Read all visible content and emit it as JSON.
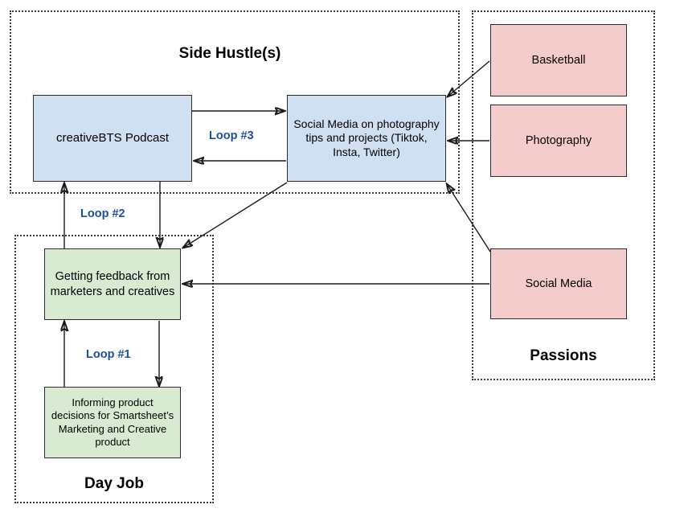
{
  "diagram": {
    "title_hidden": "",
    "groups": [
      {
        "id": "side-hustles",
        "label": "Side Hustle(s)"
      },
      {
        "id": "passions",
        "label": "Passions"
      },
      {
        "id": "day-job",
        "label": "Day Job"
      }
    ],
    "nodes": [
      {
        "id": "creativebts-podcast",
        "label": "creativeBTS Podcast",
        "color": "#cfe0f3",
        "group": "side-hustles"
      },
      {
        "id": "social-media-content",
        "label": "Social Media on photography tips and projects (Tiktok, Insta, Twitter)",
        "color": "#cfe0f3",
        "group": "side-hustles"
      },
      {
        "id": "basketball",
        "label": "Basketball",
        "color": "#f4cccc",
        "group": "passions"
      },
      {
        "id": "photography",
        "label": "Photography",
        "color": "#f4cccc",
        "group": "passions"
      },
      {
        "id": "social-media-passion",
        "label": "Social Media",
        "color": "#f4cccc",
        "group": "passions"
      },
      {
        "id": "getting-feedback",
        "label": "Getting feedback from marketers and creatives",
        "color": "#d9ead3",
        "group": "day-job"
      },
      {
        "id": "informing-product",
        "label": "Informing product decisions for Smartsheet’s Marketing and Creative product",
        "color": "#d9ead3",
        "group": "day-job"
      }
    ],
    "loop_labels": [
      {
        "id": "loop-1",
        "label": "Loop #1",
        "color": "#1b4ea0"
      },
      {
        "id": "loop-2",
        "label": "Loop #2",
        "color": "#1b4ea0"
      },
      {
        "id": "loop-3",
        "label": "Loop #3",
        "color": "#1b4ea0"
      }
    ],
    "edges": [
      {
        "id": "podcast-to-social",
        "from": "creativebts-podcast",
        "to": "social-media-content"
      },
      {
        "id": "social-to-podcast",
        "from": "social-media-content",
        "to": "creativebts-podcast"
      },
      {
        "id": "podcast-to-feedback",
        "from": "creativebts-podcast",
        "to": "getting-feedback"
      },
      {
        "id": "feedback-to-podcast",
        "from": "getting-feedback",
        "to": "creativebts-podcast"
      },
      {
        "id": "social-to-feedback",
        "from": "social-media-content",
        "to": "getting-feedback"
      },
      {
        "id": "feedback-to-informing",
        "from": "getting-feedback",
        "to": "informing-product"
      },
      {
        "id": "informing-to-feedback",
        "from": "informing-product",
        "to": "getting-feedback"
      },
      {
        "id": "basketball-to-social",
        "from": "basketball",
        "to": "social-media-content"
      },
      {
        "id": "photography-to-social",
        "from": "photography",
        "to": "social-media-content"
      },
      {
        "id": "passion-social-to-content",
        "from": "social-media-passion",
        "to": "social-media-content"
      },
      {
        "id": "passion-social-to-feedback",
        "from": "social-media-passion",
        "to": "getting-feedback"
      }
    ]
  }
}
